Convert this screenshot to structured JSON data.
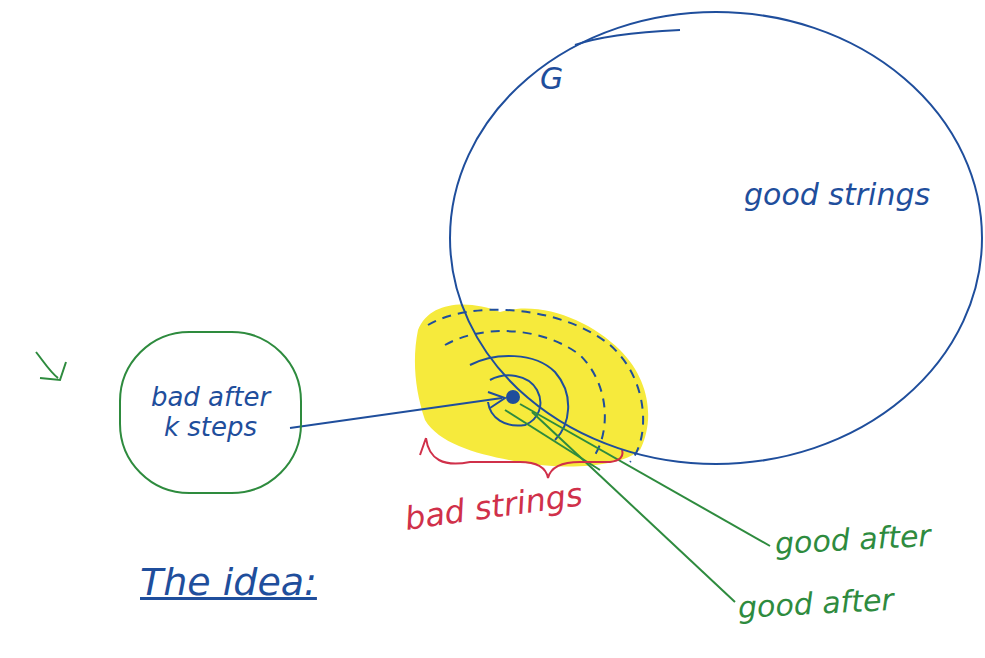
{
  "diagram": {
    "nodes": [
      {
        "text": [
          "G",
          "good strings"
        ]
      },
      {
        "text": [
          "bad after k steps"
        ]
      }
    ],
    "labels": [
      "bad strings",
      "good after",
      "good after",
      "The idea:"
    ]
  }
}
